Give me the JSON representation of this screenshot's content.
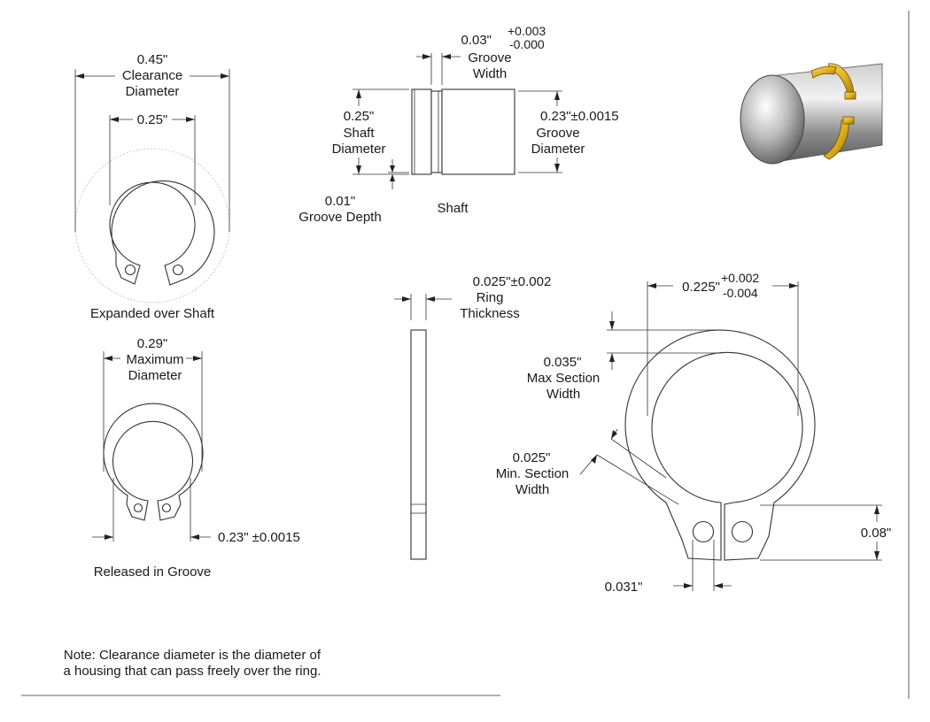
{
  "expanded": {
    "clearance_value": "0.45\"",
    "clearance_label_1": "Clearance",
    "clearance_label_2": "Diameter",
    "shaft_value": "0.25\"",
    "caption": "Expanded over Shaft"
  },
  "released": {
    "max_value": "0.29\"",
    "max_label_1": "Maximum",
    "max_label_2": "Diameter",
    "groove_value": "0.23\" ±0.0015",
    "caption": "Released in Groove"
  },
  "shaft": {
    "groove_width_value": "0.03\"",
    "groove_width_tol_plus": "+0.003",
    "groove_width_tol_minus": "-0.000",
    "groove_width_label_1": "Groove",
    "groove_width_label_2": "Width",
    "shaft_dia_value": "0.25\"",
    "shaft_dia_label_1": "Shaft",
    "shaft_dia_label_2": "Diameter",
    "groove_dia_value": "0.23\"±0.0015",
    "groove_dia_label_1": "Groove",
    "groove_dia_label_2": "Diameter",
    "groove_depth_value": "0.01\"",
    "groove_depth_label": "Groove Depth",
    "caption": "Shaft"
  },
  "thickness": {
    "value": "0.025\"±0.002",
    "label_1": "Ring",
    "label_2": "Thickness"
  },
  "ring_detail": {
    "free_dia_value": "0.225\"",
    "free_dia_tol_plus": "+0.002",
    "free_dia_tol_minus": "-0.004",
    "max_section_value": "0.035\"",
    "max_section_label_1": "Max Section",
    "max_section_label_2": "Width",
    "min_section_value": "0.025\"",
    "min_section_label_1": "Min. Section",
    "min_section_label_2": "Width",
    "lug_height_value": "0.08\"",
    "hole_value": "0.031\""
  },
  "note": {
    "line_1": "Note: Clearance diameter is the diameter of",
    "line_2": "a housing that can pass freely over the ring."
  },
  "colors": {
    "ring_gold": "#e3b41c",
    "shaft_gray": "#9b9b9b"
  }
}
